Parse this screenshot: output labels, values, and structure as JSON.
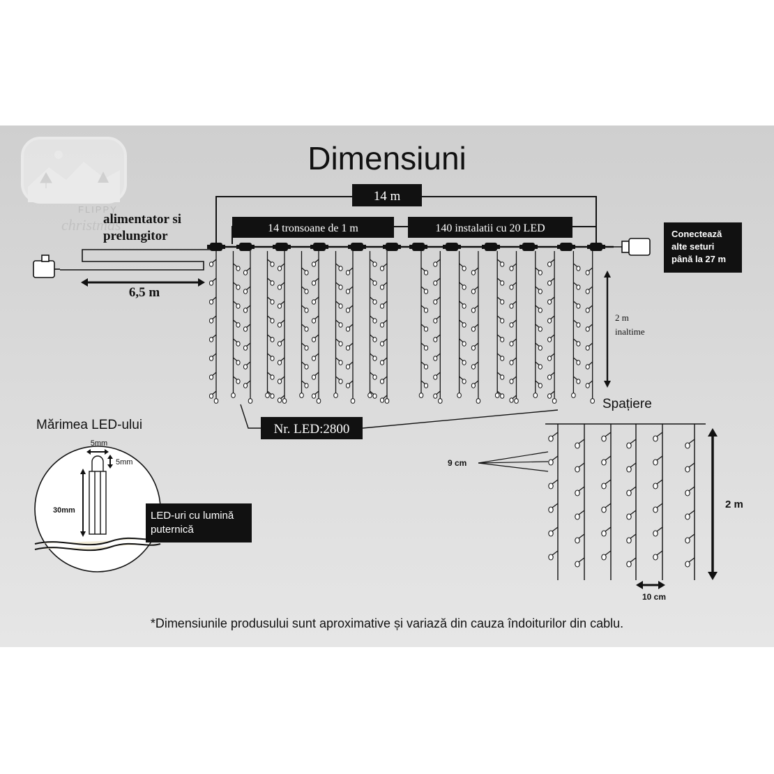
{
  "title": "Dimensiuni",
  "watermark": {
    "brand_top": "FLIPPY",
    "brand_bottom": "christmas"
  },
  "labels": {
    "total_width": "14 m",
    "segments": "14 tronsoane de 1 m",
    "installations": "140 instalatii cu 20 LED",
    "adapter_line1": "alimentator si",
    "adapter_line2": "prelungitor",
    "cable_length": "6,5 m",
    "connect_line1": "Conectează",
    "connect_line2": "alte seturi",
    "connect_line3": "până la 27 m",
    "height_value": "2 m",
    "height_word": "inaltime",
    "led_count": "Nr. LED:2800",
    "spacing_title": "Spațiere",
    "spacing_vertical": "9 cm",
    "spacing_height": "2 m",
    "spacing_horizontal": "10 cm",
    "led_size_title": "Mărimea LED-ului",
    "led_width": "5mm",
    "led_cap": "5mm",
    "led_length": "30mm",
    "led_note_line1": "LED-uri cu lumină",
    "led_note_line2": "puternică",
    "footnote": "*Dimensiunile produsului sunt aproximative și variază din cauza îndoiturilor din cablu."
  },
  "colors": {
    "panel": "#d7d7d7",
    "ink": "#111111",
    "label_box": "#111111",
    "label_text": "#ffffff",
    "led": "#ffffff"
  }
}
